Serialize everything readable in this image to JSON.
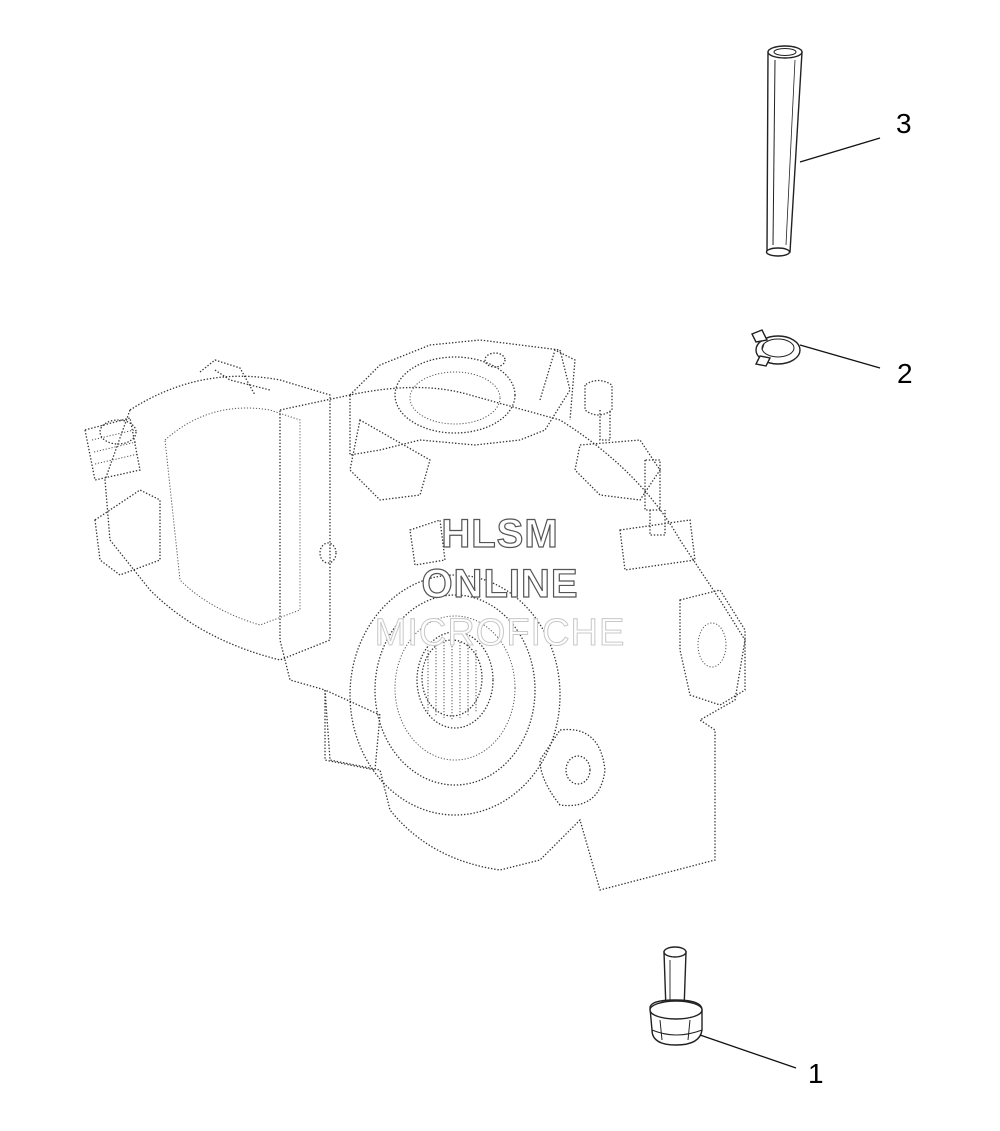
{
  "callouts": [
    {
      "label": "1"
    },
    {
      "label": "2"
    },
    {
      "label": "3"
    }
  ],
  "watermark": {
    "line1": "HLSM",
    "line2": "ONLINE",
    "line3": "MICROFICHE"
  },
  "colors": {
    "line": "#222222",
    "background": "#ffffff"
  }
}
